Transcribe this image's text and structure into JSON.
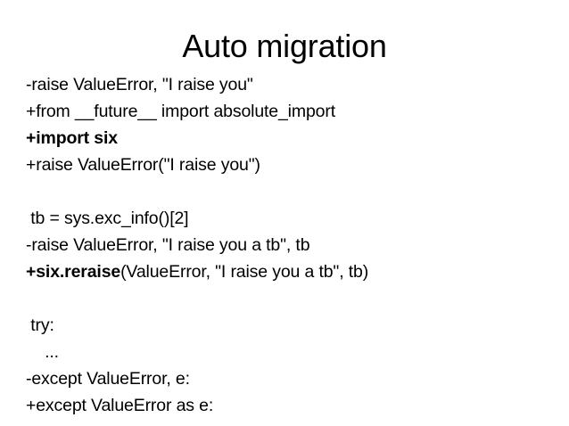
{
  "slide": {
    "title": "Auto migration",
    "background_color": "#ffffff",
    "text_color": "#000000",
    "lines": [
      {
        "id": "line-1",
        "text": "-raise ValueError, \"I raise you\"",
        "bold": false,
        "blank": false
      },
      {
        "id": "line-2",
        "text": "+from __future__ import absolute_import",
        "bold": false,
        "blank": false
      },
      {
        "id": "line-3",
        "text": "+import six",
        "bold": true,
        "blank": false
      },
      {
        "id": "line-4",
        "text": "+raise ValueError(\"I raise you\")",
        "bold": false,
        "blank": false
      },
      {
        "id": "line-5",
        "text": "",
        "bold": false,
        "blank": true
      },
      {
        "id": "line-6",
        "text": " tb = sys.exc_info()[2]",
        "bold": false,
        "blank": false
      },
      {
        "id": "line-7",
        "text": "-raise ValueError, \"I raise you a tb\", tb",
        "bold": false,
        "blank": false
      },
      {
        "id": "line-8",
        "text": "",
        "bold": false,
        "blank": false,
        "segments": [
          {
            "text": "+six.reraise",
            "bold": true
          },
          {
            "text": "(ValueError, \"I raise you a tb\", tb)",
            "bold": false
          }
        ]
      },
      {
        "id": "line-9",
        "text": "",
        "bold": false,
        "blank": true
      },
      {
        "id": "line-10",
        "text": " try:",
        "bold": false,
        "blank": false
      },
      {
        "id": "line-11",
        "text": "    ...",
        "bold": false,
        "blank": false
      },
      {
        "id": "line-12",
        "text": "-except ValueError, e:",
        "bold": false,
        "blank": false
      },
      {
        "id": "line-13",
        "text": "+except ValueError as e:",
        "bold": false,
        "blank": false
      }
    ]
  }
}
